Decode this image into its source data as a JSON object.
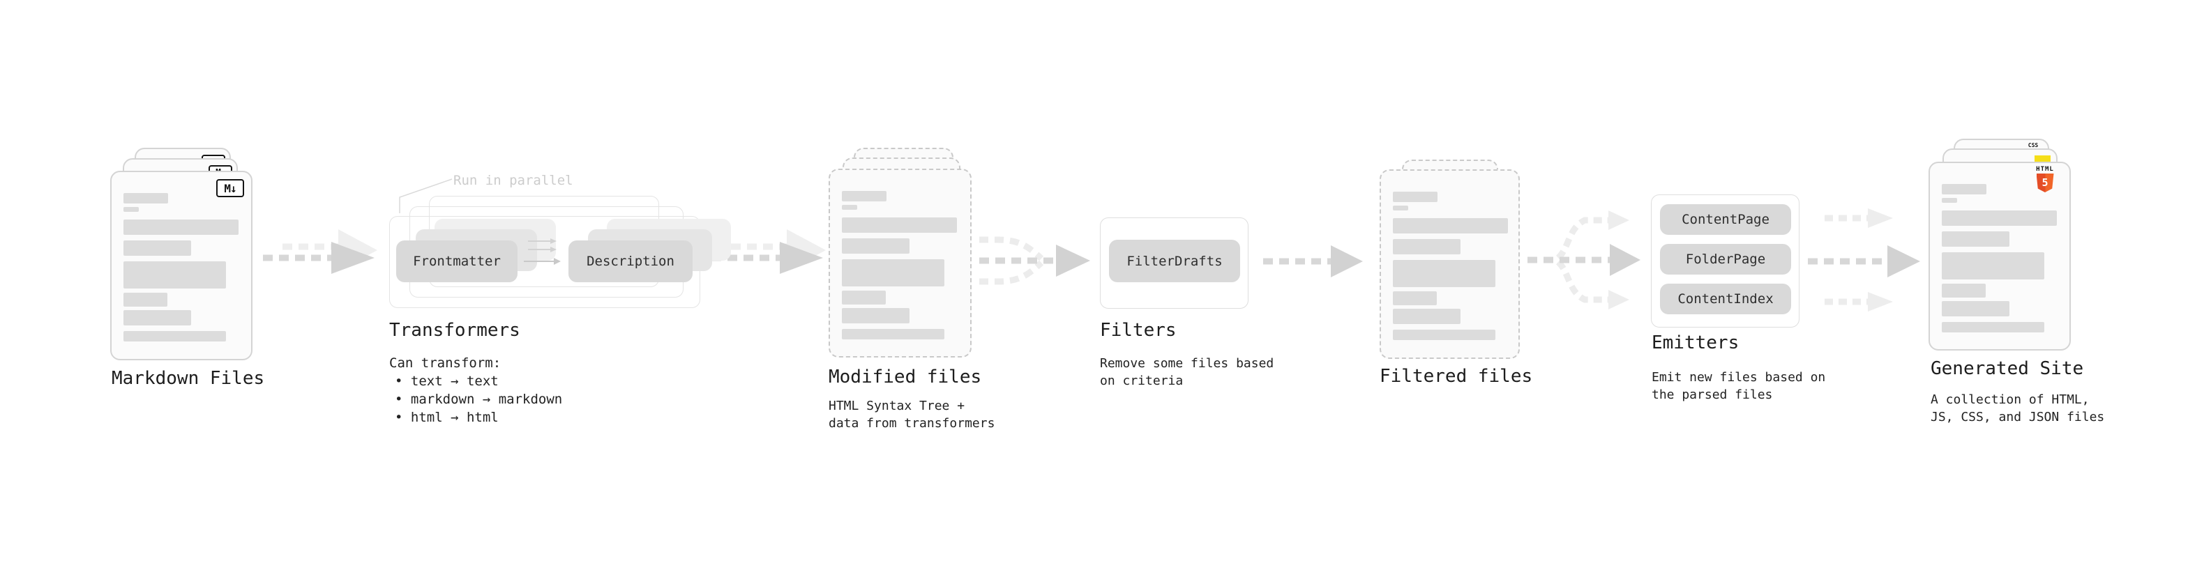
{
  "diagram": {
    "stages": {
      "markdown": {
        "label": "Markdown Files",
        "badge": "M↓"
      },
      "transformers": {
        "title": "Transformers",
        "annotation": "Run in parallel",
        "left_pill": "Frontmatter",
        "right_pill": "Description",
        "desc_heading": "Can transform:",
        "bullets": [
          "• text → text",
          "• markdown → markdown",
          "• html → html"
        ]
      },
      "modified": {
        "title": "Modified files",
        "desc_line1": "HTML Syntax Tree +",
        "desc_line2": "data from transformers"
      },
      "filters": {
        "title": "Filters",
        "pill": "FilterDrafts",
        "desc_line1": "Remove some files based",
        "desc_line2": "on criteria"
      },
      "filtered": {
        "label": "Filtered files"
      },
      "emitters": {
        "title": "Emitters",
        "pills": [
          "ContentPage",
          "FolderPage",
          "ContentIndex"
        ],
        "desc_line1": "Emit new files based on",
        "desc_line2": "the parsed files"
      },
      "generated": {
        "title": "Generated Site",
        "desc_line1": "A collection of HTML,",
        "desc_line2": "JS, CSS, and JSON files",
        "badge_css": "CSS",
        "badge_html": "HTML",
        "badge_five": "5"
      }
    },
    "colors": {
      "html5_orange": "#f16529",
      "html5_orange_dark": "#e44d26",
      "css_blue": "#2965f1",
      "js_yellow": "#f5de19",
      "arrow_dark": "#d5d5d5",
      "arrow_light": "#ececec",
      "bar_gray": "#dcdcdc",
      "pill_gray": "#d9d9d9"
    }
  }
}
